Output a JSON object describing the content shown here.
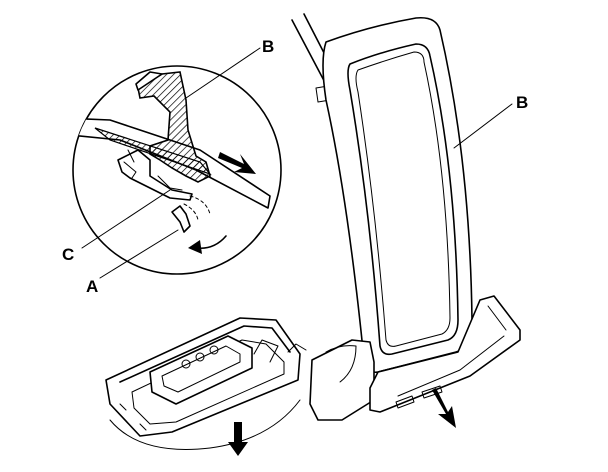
{
  "callouts": {
    "b_detail": "B",
    "b_panel": "B",
    "c": "C",
    "a": "A"
  }
}
